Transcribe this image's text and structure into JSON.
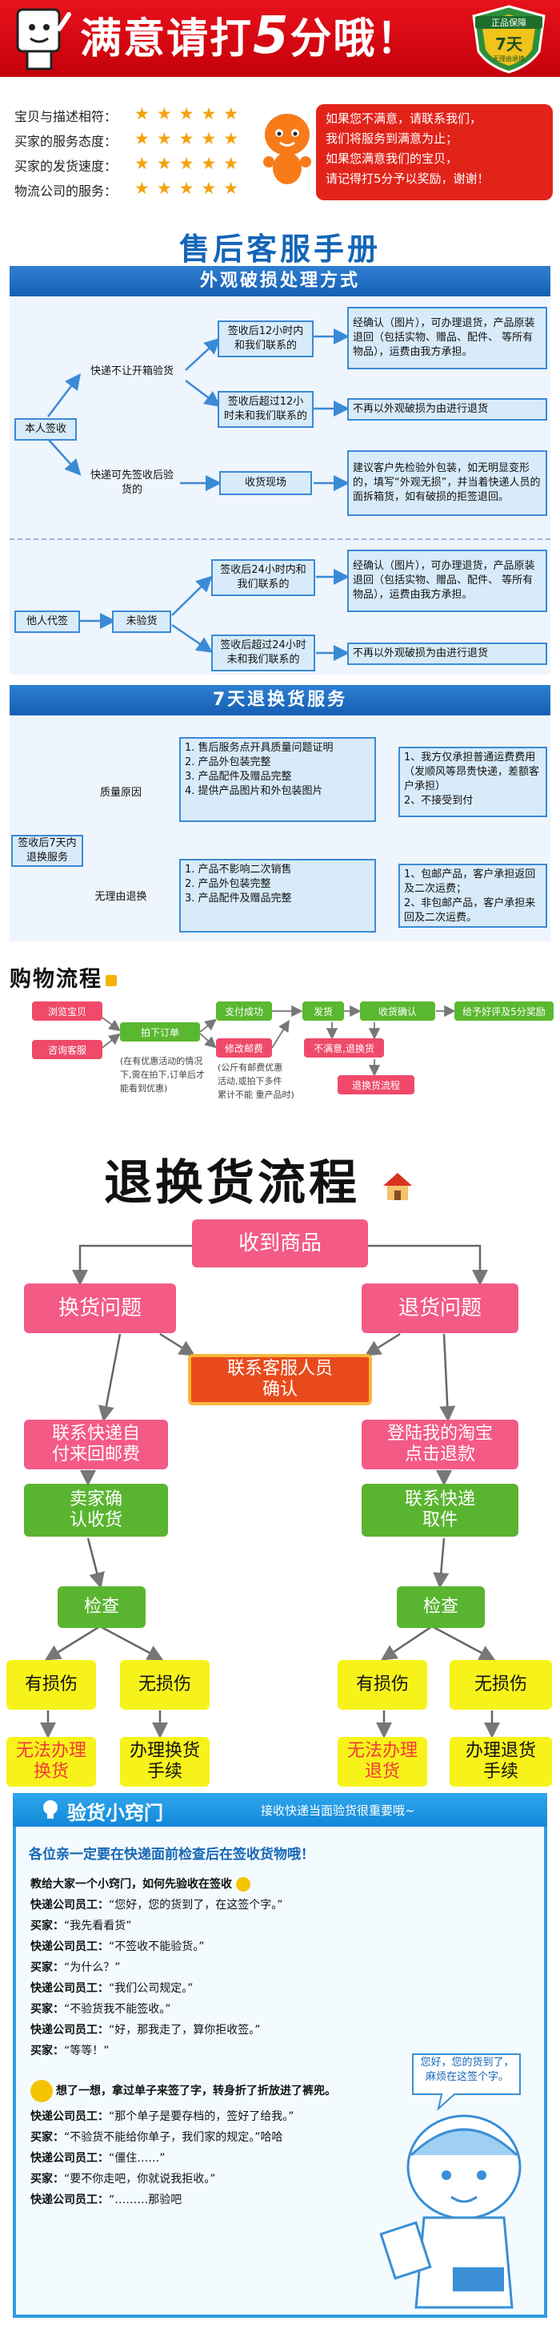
{
  "header": {
    "title_pre": "满意请打",
    "title_num": "5",
    "title_post": "分哦！",
    "shield_top": "正品保障",
    "shield_days": "7天",
    "shield_bottom": "无理由退换"
  },
  "ratings": [
    {
      "label": "宝贝与描述相符："
    },
    {
      "label": "买家的服务态度："
    },
    {
      "label": "买家的发货速度："
    },
    {
      "label": "物流公司的服务："
    }
  ],
  "stars": "★★★★★",
  "notice": [
    "如果您不满意，请联系我们，",
    "我们将服务到满意为止；",
    "如果您满意我们的宝贝，",
    "请记得打5分予以奖励，谢谢！"
  ],
  "handbook": {
    "title": "售后客服手册",
    "sec1": "外观破损处理方式",
    "sec2": "7天退换货服务",
    "self_sign": "本人签收",
    "no_open": "快递不让开箱验货",
    "open_check": "快递可先签收后验货的",
    "within12": "签收后12小时内和我们联系的",
    "over12": "签收后超过12小时未和我们联系的",
    "confirm1": "经确认（图片），可办理退货，产品原装退回（包括实物、赠品、配件、 等所有物品），运费由我方承担。",
    "no_handle1": "不再以外观破损为由进行退货",
    "on_site": "收货现场",
    "suggest": "建议客户先检验外包装，如无明显变形的，填写“外观无损”，并当着快递人员的面拆箱货，如有破损的拒签退回。",
    "proxy": "他人代签",
    "not_checked": "未验货",
    "within24": "签收后24小时内和我们联系的",
    "over24": "签收后超过24小时未和我们联系的",
    "confirm2": "经确认（图片），可办理退货，产品原装退回（包括实物、赠品、配件、 等所有物品），运费由我方承担。",
    "no_handle2": "不再以外观破损为由进行退货",
    "in7": "签收后7天内退换服务",
    "quality": "质量原因",
    "quality_conds": [
      "1. 售后服务点开具质量问题证明",
      "2. 产品外包装完整",
      "3. 产品配件及赠品完整",
      "4. 提供产品图片和外包装图片"
    ],
    "quality_result": [
      "1、我方仅承担普通运费费用（发顺风等昂贵快递，差额客户承担）",
      "2、不接受到付"
    ],
    "no_reason": "无理由退换",
    "noreason_conds": [
      "1. 产品不影响二次销售",
      "2. 产品外包装完整",
      "3. 产品配件及赠品完整"
    ],
    "noreason_result": [
      "1、包邮产品，客户承担返回及二次运费；",
      "2、非包邮产品，客户承担来回及二次运费。"
    ]
  },
  "shopping": {
    "title": "购物流程",
    "browse": "浏览宝贝",
    "consult": "咨询客服",
    "order": "拍下订单",
    "pay": "支付成功",
    "modify": "修改邮费",
    "ship": "发货",
    "receive": "收货确认",
    "review": "给予好评及5分奖励",
    "unhappy": "不满意,退换货",
    "return_flow": "退换货流程",
    "note1": [
      "(在有优惠活动的情况",
      "下,需在拍下,订单后才",
      "能看到优惠)"
    ],
    "note2": [
      "(公斤有邮费优惠",
      "活动,或拍下多件",
      "累计不能 重产品时)"
    ]
  },
  "returns": {
    "title": "退换货流程",
    "receive": "收到商品",
    "exchange": "换货问题",
    "refund": "退货问题",
    "contact": "联系客服人员确认",
    "courier_back": "联系快递自付来回邮费",
    "taobao": "登陆我的淘宝点击退款",
    "seller_confirm": "卖家确认收货",
    "courier_pick": "联系快递取件",
    "check_l": "检查",
    "check_r": "检查",
    "damaged_l": "有损伤",
    "undamaged_l": "无损伤",
    "damaged_r": "有损伤",
    "undamaged_r": "无损伤",
    "cannot_exchange": "无法办理换货",
    "do_exchange": "办理换货手续",
    "cannot_refund": "无法办理退货",
    "do_refund": "办理退货手续"
  },
  "tips": {
    "title": "验货小窍门",
    "subtitle": "接收快递当面验货很重要哦~",
    "headline": "各位亲一定要在快递面前检查后在签收货物哦！",
    "intro": "教给大家一个小窍门，如何先验收在签收",
    "dialog1": [
      {
        "who": "快递公司员工：",
        "say": "“您好，您的货到了，在这签个字。”"
      },
      {
        "who": "买家：",
        "say": "“我先看看货”"
      },
      {
        "who": "快递公司员工：",
        "say": "“不签收不能验货。”"
      },
      {
        "who": "买家：",
        "say": "“为什么？”"
      },
      {
        "who": "快递公司员工：",
        "say": "“我们公司规定。”"
      },
      {
        "who": "买家：",
        "say": "“不验货我不能签收。”"
      },
      {
        "who": "快递公司员工：",
        "say": "“好，那我走了，算你拒收签。”"
      },
      {
        "who": "买家：",
        "say": "“等等！”"
      }
    ],
    "think": "想了一想，拿过单子来签了字，转身折了折放进了裤兜。",
    "dialog2": [
      {
        "who": "快递公司员工：",
        "say": "“那个单子是要存档的，签好了给我。”"
      },
      {
        "who": "买家：",
        "say": "“不验货不能给你单子，我们家的规定。”哈哈"
      },
      {
        "who": "快递公司员工：",
        "say": "“僵住……”"
      },
      {
        "who": "买家：",
        "say": "“要不你走吧，你就说我拒收。”"
      },
      {
        "who": "快递公司员工：",
        "say": "“………那验吧"
      }
    ],
    "bubble": "您好，您的货到了，麻烦在这签个字。"
  },
  "colors": {
    "red": "#e2231a",
    "blue": "#1565b8",
    "green": "#59b530",
    "pink": "#f45a86",
    "yellow": "#f7f31a"
  }
}
